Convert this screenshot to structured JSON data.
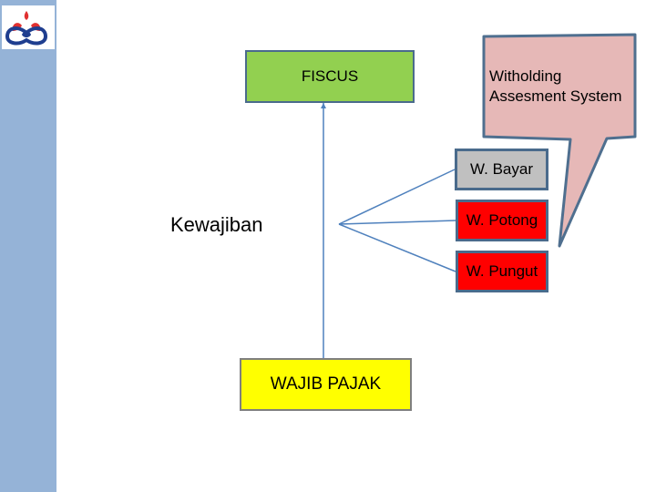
{
  "slide": {
    "colors": {
      "sidebar": "#95b3d7",
      "fiscus": "#92d050",
      "wajib_pajak": "#ffff00",
      "w_bayar": "#c0c0c0",
      "w_potong": "#ff0000",
      "w_pungut": "#ff0000",
      "callout": "#e6b8b7",
      "connector": "#4f81bd"
    }
  },
  "diagram": {
    "fiscus": "FISCUS",
    "wajib_pajak": "WAJIB PAJAK",
    "kewajiban": "Kewajiban",
    "options": {
      "bayar": "W. Bayar",
      "potong": "W. Potong",
      "pungut": "W. Pungut"
    },
    "callout": {
      "line1": "Witholding",
      "line2": "Assesment System"
    }
  }
}
